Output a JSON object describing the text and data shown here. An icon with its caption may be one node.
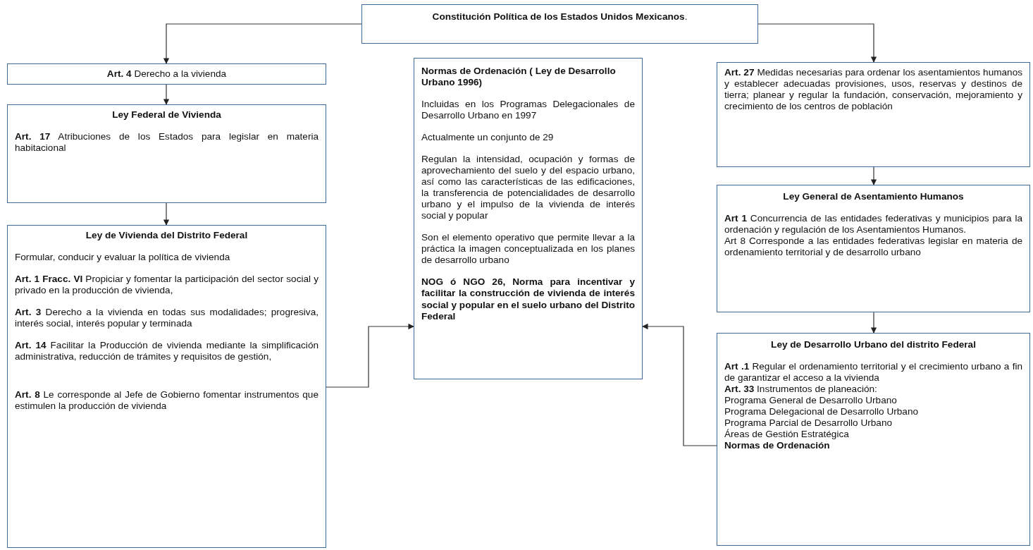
{
  "diagram": {
    "nodes": [
      {
        "text": [
          "**Constitución Política de los Estados Unidos Mexicanos**."
        ]
      },
      {
        "text": [
          "**Art. 4** Derecho a la vivienda"
        ]
      },
      {
        "text": [
          "Ley Federal de Vivienda",
          "**Art. 17** Atribuciones de los Estados para legislar en materia habitacional"
        ]
      },
      {
        "text": [
          "Ley de Vivienda del Distrito Federal",
          "Formular, conducir y evaluar la política de vivienda",
          "**Art. 1 Fracc. VI** Propiciar y fomentar la participación del sector social y privado en la producción de vivienda,",
          "**Art. 3** Derecho a la vivienda en todas sus modalidades; progresiva, interés social, interés popular y terminada",
          "**Art. 14** Facilitar la Producción de vivienda mediante la simplificación administrativa, reducción de trámites y requisitos de gestión,",
          "**Art. 8** Le corresponde al Jefe de Gobierno fomentar instrumentos que estimulen la producción de vivienda"
        ]
      },
      {
        "text": [
          "Normas de Ordenación ( Ley de Desarrollo Urbano 1996)",
          "Incluidas en los Programas Delegacionales de Desarrollo Urbano en 1997",
          "Actualmente un conjunto de 29",
          "Regulan la intensidad, ocupación y formas de aprovechamiento del suelo y del espacio urbano, así como las características de las edificaciones, la transferencia de potencialidades de desarrollo urbano y el impulso de la vivienda de interés social y popular",
          "Son el elemento operativo que permite llevar a la práctica la imagen conceptualizada en los planes de desarrollo urbano",
          "NOG ó NGO 26, Norma para incentivar y facilitar la construcción de vivienda de interés social y popular en el suelo urbano del Distrito Federal"
        ]
      },
      {
        "text": [
          "**Art. 27** Medidas necesarias para ordenar los asentamientos humanos y establecer adecuadas provisiones, usos, reservas y destinos de tierra; planear y regular la fundación, conservación, mejoramiento y crecimiento de los centros de población"
        ]
      },
      {
        "text": [
          "Ley General de Asentamiento Humanos",
          "**Art 1** Concurrencia de las entidades federativas y municipios para la ordenación y regulación de los Asentamientos Humanos.",
          "Art 8 Corresponde a las entidades federativas legislar en materia de ordenamiento territorial y de desarrollo urbano"
        ]
      },
      {
        "text": [
          "Ley de Desarrollo Urbano del distrito Federal",
          "**Art .1** Regular el ordenamiento territorial y el crecimiento urbano a fin de garantizar el acceso a la vivienda",
          "**Art. 33** Instrumentos  de planeación:",
          "Programa General de Desarrollo Urbano",
          "Programa Delegacional de Desarrollo Urbano",
          "Programa Parcial de Desarrollo Urbano",
          "Áreas de Gestión Estratégica",
          "Normas de Ordenación"
        ]
      }
    ],
    "edges": [
      {
        "from": 0,
        "to": 1,
        "arrow": "to"
      },
      {
        "from": 1,
        "to": 2,
        "arrow": "to"
      },
      {
        "from": 2,
        "to": 3,
        "arrow": "to"
      },
      {
        "from": 0,
        "to": 5,
        "arrow": "to"
      },
      {
        "from": 5,
        "to": 6,
        "arrow": "to"
      },
      {
        "from": 6,
        "to": 7,
        "arrow": "to"
      },
      {
        "from": 3,
        "to": 4,
        "arrow": "to"
      },
      {
        "from": 7,
        "to": 4,
        "arrow": "to"
      }
    ]
  }
}
